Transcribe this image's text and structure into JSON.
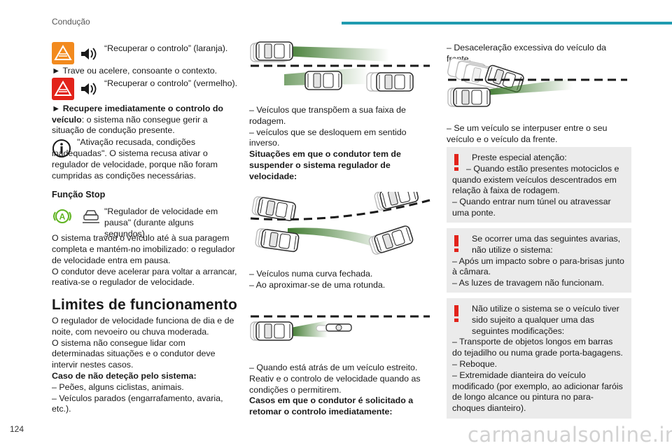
{
  "header": {
    "section": "Condução"
  },
  "page_number": "124",
  "watermark": "carmanualsonline.info",
  "col1": {
    "recover_orange": "“Recuperar o controlo” (laranja).",
    "brake_accel": "► Trave ou acelere, consoante o contexto.",
    "recover_red": "“Recuperar o controlo” (vermelho).",
    "recover_now_bold": "► Recupere imediatamente o controlo do veículo",
    "recover_now_rest": ": o sistema não consegue gerir a situação de condução presente.",
    "activation_refused": "\"Ativação recusada, condições inadequadas\". O sistema recusa ativar o regulador de velocidade, porque não foram cumpridas as condições necessárias.",
    "stop_heading": "Função Stop",
    "paused": "\"Regulador de velocidade em pausa\" (durante alguns segundos).",
    "stopped": "O sistema travou o veículo até à sua paragem completa e mantém-no imobilizado: o regulador de velocidade entra em pausa.",
    "restart": "O condutor deve acelerar para voltar a arrancar, reativa-se o regulador de velocidade.",
    "limits_heading": "Limites de funcionamento",
    "limits_1": "O regulador de velocidade funciona de dia e de noite, com nevoeiro ou chuva moderada.",
    "limits_2": "O sistema não consegue lidar com determinadas situações e o condutor deve intervir nestes casos.",
    "no_detection": "Caso de não deteção pelo sistema:",
    "nd_1": "– Peões, alguns ciclistas, animais.",
    "nd_2": "– Veículos parados (engarrafamento, avaria, etc.)."
  },
  "col2": {
    "c1": "– Veículos que transpõem a sua faixa de rodagem.",
    "c2": "– veículos que se desloquem em sentido inverso.",
    "suspend_heading": "Situações em que o condutor tem de suspender o sistema regulador de velocidade:",
    "c3": "– Veículos numa curva fechada.",
    "c4": "– Ao aproximar-se de uma rotunda.",
    "c5": "– Quando está atrás de um veículo estreito.",
    "c6": "Reativ e o controlo de velocidade quando as condições o permitirem.",
    "resume_heading": "Casos em que o condutor é solicitado a retomar o controlo imediatamente:"
  },
  "col3": {
    "decel": "– Desaceleração excessiva do veículo da frente.",
    "cut_in": "– Se um veículo se interpuser entre o seu veículo e o veículo da frente.",
    "note1": {
      "title": "Preste especial atenção:",
      "l1": "– Quando estão presentes motociclos e quando existem veículos descentrados em relação à faixa de rodagem.",
      "l2": "– Quando entrar num túnel ou atravessar uma ponte."
    },
    "note2": {
      "title": "Se ocorrer uma das seguintes avarias, não utilize o sistema:",
      "l1": "– Após um impacto sobre o para-brisas junto à câmara.",
      "l2": "– As luzes de travagem não funcionam."
    },
    "note3": {
      "title": "Não utilize o sistema se o veículo tiver sido sujeito a qualquer uma das seguintes modificações:",
      "l1": "– Transporte de objetos longos em barras do tejadilho ou numa grade porta-bagagens.",
      "l2": "– Reboque.",
      "l3": "– Extremidade dianteira do veículo modificado (por exemplo, ao adicionar faróis de longo alcance ou pintura no para-choques dianteiro)."
    }
  },
  "colors": {
    "accent": "#1f9bb0",
    "orange": "#f28a1e",
    "red": "#e2231a",
    "green": "#5fb320",
    "beam": "#3f7a2f",
    "note_bg": "#ebebeb"
  }
}
